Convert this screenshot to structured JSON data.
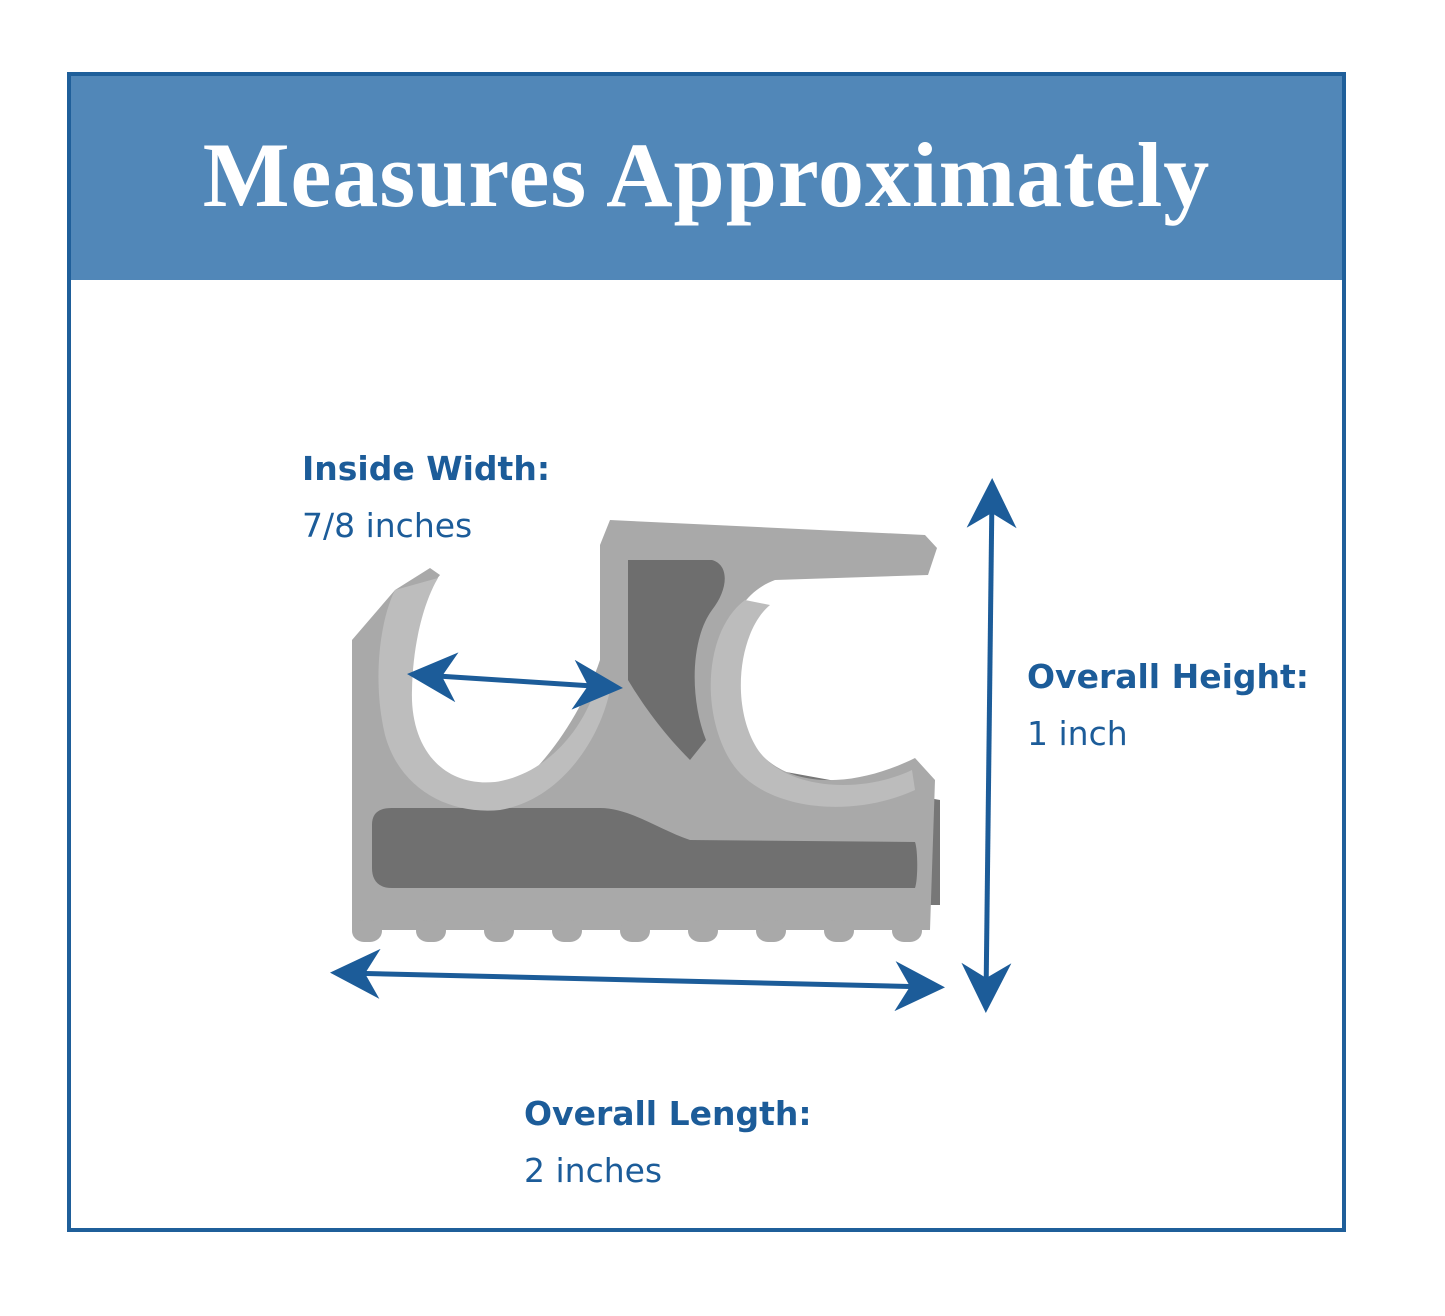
{
  "banner": {
    "title": "Measures Approximately"
  },
  "dimensions": {
    "inside_width": {
      "label": "Inside Width:",
      "value": "7/8 inches"
    },
    "overall_height": {
      "label": "Overall Height:",
      "value": "1 inch"
    },
    "overall_length": {
      "label": "Overall Length:",
      "value": "2 inches"
    }
  },
  "colors": {
    "frame_border": "#1f5f9a",
    "banner_background": "#5187b8",
    "banner_text": "#ffffff",
    "label_text": "#1c5c99",
    "arrow": "#1c5c99",
    "part_light_gray": "#a9a9a9",
    "part_dark_gray": "#777777"
  },
  "image": {
    "subject": "gray double pipe clip"
  }
}
